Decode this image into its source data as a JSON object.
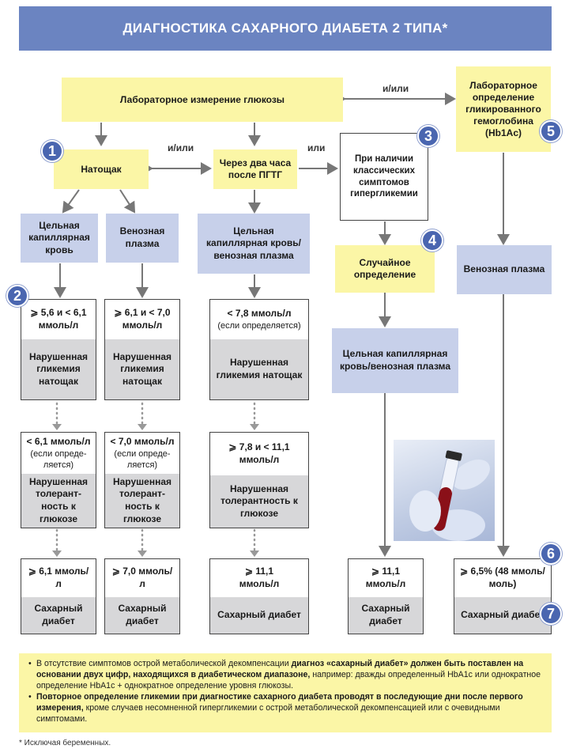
{
  "title": "ДИАГНОСТИКА САХАРНОГО ДИАБЕТА 2 ТИПА*",
  "top": {
    "lab_glucose": "Лабораторное измерение глюкозы",
    "hb1a_label": "Лабораторное определение гликированного гемоглобина (Hb1Ac)",
    "or_top": "и/или"
  },
  "row2": {
    "fasting": "Натощак",
    "or_mid": "и/или",
    "two_hours": "Через два часа после ПГТГ",
    "or_right": "или",
    "symptoms": "При наличии классических симптомов гипергликемии"
  },
  "row3": {
    "capillary": "Цельная капиллярная кровь",
    "venous_plasma": "Венозная плазма",
    "cap_ven": "Цельная капиллярная кровь/венозная плазма",
    "random": "Случайное определение",
    "venous_plasma_right": "Венозная плазма"
  },
  "row4": {
    "c1_top": "⩾ 5,6 и < 6,1 ммоль/л",
    "c1_bot": "Нарушенная гликемия натощак",
    "c2_top": "⩾ 6,1 и < 7,0 ммоль/л",
    "c2_bot": "Нарушенная гликемия натощак",
    "c3_top": "< 7,8 ммоль/л",
    "c3_sub": "(если определяется)",
    "c3_bot": "Нарушенная гликемия натощак",
    "c4": "Цельная капиллярная кровь/венозная плазма"
  },
  "row5": {
    "c1_top": "< 6,1 ммоль/л",
    "c1_sub": "(если опреде- ляется)",
    "c1_bot": "Нарушенная толерант- ность к глюкозе",
    "c2_top": "< 7,0 ммоль/л",
    "c2_sub": "(если опреде- ляется)",
    "c2_bot": "Нарушенная толерант- ность к глюкозе",
    "c3_top": "⩾ 7,8 и < 11,1 ммоль/л",
    "c3_bot": "Нарушенная толерантность к глюкозе"
  },
  "row6": {
    "c1_top": "⩾ 6,1 ммоль/л",
    "c2_top": "⩾ 7,0 ммоль/л",
    "c3_top": "⩾ 11,1 ммоль/л",
    "c4_top": "⩾ 11,1 ммоль/л",
    "c5_top": "⩾ 6,5% (48 ммоль/моль)",
    "diagnosis": "Сахарный диабет"
  },
  "badges": [
    "1",
    "2",
    "3",
    "4",
    "5",
    "6",
    "7"
  ],
  "notes": {
    "n1_a": "В отсутствие симптомов острой метаболической декомпенсации ",
    "n1_b": "диагноз «сахарный диабет» должен быть поставлен на основании двух цифр, находящихся в диабетическом диапазоне,",
    "n1_c": " например: дважды определенный HbA1c или однократное определение HbA1c + однократное определение уровня глюкозы.",
    "n2_a": "Повторное определение гликемии при диагностике сахарного диабета проводят в последующие дни после первого измерения,",
    "n2_b": " кроме случаев несомненной гипергликемии с острой метаболической декомпенсацией или с очевидными симптомами."
  },
  "footnote": "*   Исключая беременных.",
  "colors": {
    "title": "#6b84c1",
    "yellow": "#fbf6a6",
    "blue": "#c7d0ea",
    "grey": "#d7d7d9",
    "badge": "#4a66b0"
  }
}
